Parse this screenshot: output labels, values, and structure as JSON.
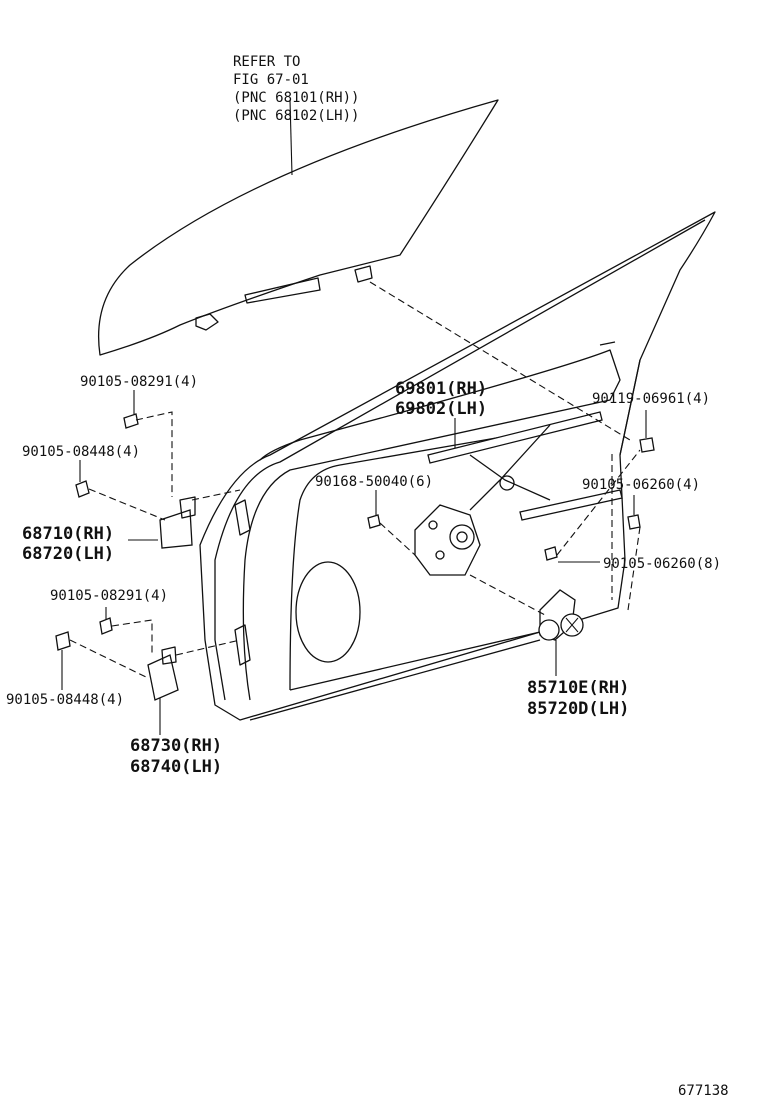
{
  "callouts": {
    "glass_ref": [
      "REFER TO",
      "FIG 67-01",
      "(PNC 68101(RH))",
      "(PNC 68102(LH))"
    ],
    "bolt_upper_hinge_a": "90105-08291(4)",
    "bolt_upper_hinge_b": "90105-08448(4)",
    "upper_hinge": [
      "68710(RH)",
      "68720(LH)"
    ],
    "bolt_lower_hinge_a": "90105-08291(4)",
    "bolt_lower_hinge_b": "90105-08448(4)",
    "lower_hinge": [
      "68730(RH)",
      "68740(LH)"
    ],
    "regulator": [
      "69801(RH)",
      "69802(LH)"
    ],
    "screw_regulator": "90168-50040(6)",
    "bolt_right_top": "90119-06961(4)",
    "bolt_right_mid": "90105-06260(4)",
    "bolt_right_low": "90105-06260(8)",
    "motor": [
      "85710E(RH)",
      "85720D(LH)"
    ]
  },
  "figure_number": "677138"
}
